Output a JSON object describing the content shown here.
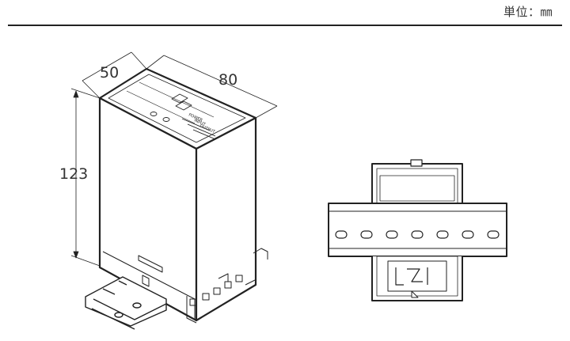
{
  "header": {
    "unit_label": "単位：㎜"
  },
  "dimensions": {
    "depth": "50",
    "width": "80",
    "height": "123"
  },
  "panel_labels": {
    "power": "POWER",
    "input": "INPUT",
    "output": "OUTPUT"
  }
}
